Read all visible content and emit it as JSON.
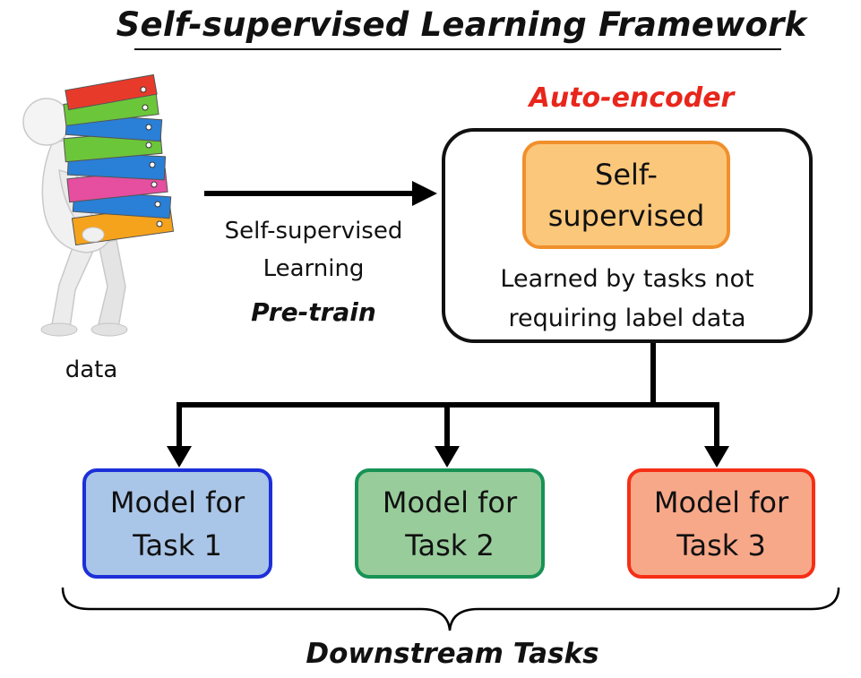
{
  "title": "Self-supervised Learning Framework",
  "data_icon_label": "data",
  "pretrain_arrow": {
    "line1": "Self-supervised",
    "line2": "Learning",
    "stage": "Pre-train"
  },
  "auto_encoder": {
    "label": "Auto-encoder",
    "inner_line1": "Self-",
    "inner_line2": "supervised",
    "desc_line1": "Learned by tasks not",
    "desc_line2": "requiring label data"
  },
  "tasks": [
    {
      "line1": "Model for",
      "line2": "Task 1"
    },
    {
      "line1": "Model for",
      "line2": "Task 2"
    },
    {
      "line1": "Model for",
      "line2": "Task 3"
    }
  ],
  "downstream_label": "Downstream Tasks",
  "colors": {
    "accent_red": "#e8261b",
    "self_supervised_fill": "#fbc77a",
    "self_supervised_border": "#f0902c",
    "task1_fill": "#a9c5e7",
    "task1_border": "#1c2fd8",
    "task2_fill": "#98cc9b",
    "task2_border": "#189256",
    "task3_fill": "#f7a889",
    "task3_border": "#f52f16"
  }
}
